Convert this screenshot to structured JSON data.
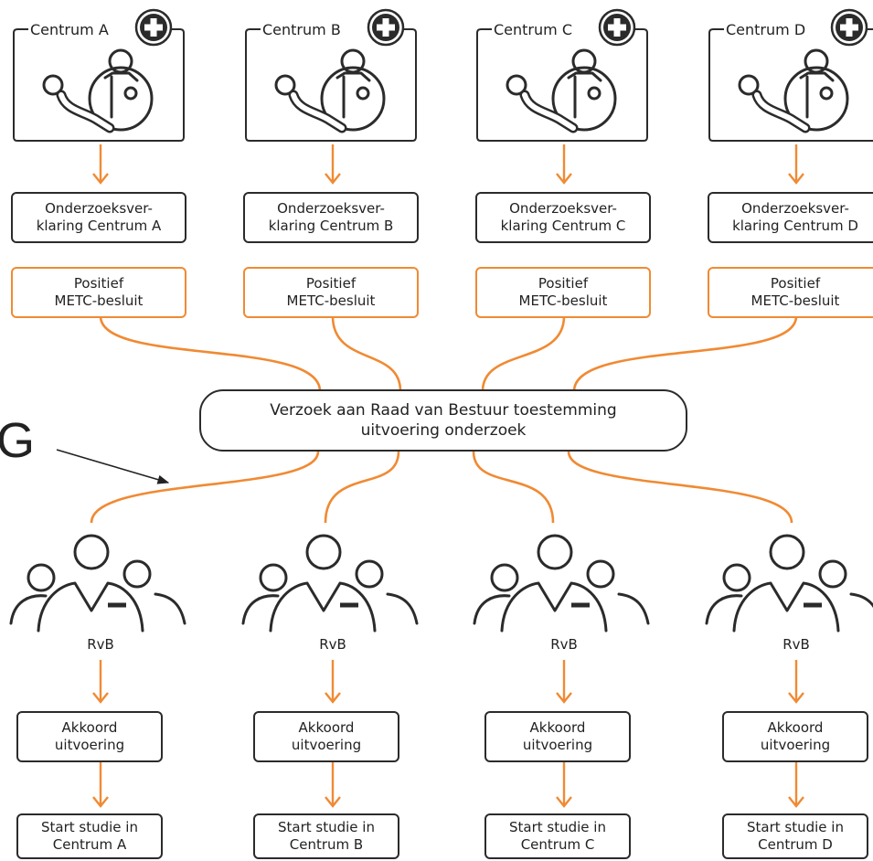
{
  "centres": [
    {
      "label": "Centrum A",
      "declaration": [
        "Onderzoeksver-",
        "klaring Centrum A"
      ],
      "metc": [
        "Positief",
        "METC-besluit"
      ],
      "rvb": "RvB",
      "akkoord": [
        "Akkoord",
        "uitvoering"
      ],
      "start": [
        "Start studie in",
        "Centrum A"
      ]
    },
    {
      "label": "Centrum B",
      "declaration": [
        "Onderzoeksver-",
        "klaring Centrum B"
      ],
      "metc": [
        "Positief",
        "METC-besluit"
      ],
      "rvb": "RvB",
      "akkoord": [
        "Akkoord",
        "uitvoering"
      ],
      "start": [
        "Start studie in",
        "Centrum B"
      ]
    },
    {
      "label": "Centrum C",
      "declaration": [
        "Onderzoeksver-",
        "klaring Centrum C"
      ],
      "metc": [
        "Positief",
        "METC-besluit"
      ],
      "rvb": "RvB",
      "akkoord": [
        "Akkoord",
        "uitvoering"
      ],
      "start": [
        "Start studie in",
        "Centrum C"
      ]
    },
    {
      "label": "Centrum D",
      "declaration": [
        "Onderzoeksver-",
        "klaring Centrum D"
      ],
      "metc": [
        "Positief",
        "METC-besluit"
      ],
      "rvb": "RvB",
      "akkoord": [
        "Akkoord",
        "uitvoering"
      ],
      "start": [
        "Start studie in",
        "Centrum D"
      ]
    }
  ],
  "central_request": [
    "Verzoek aan Raad van Bestuur toestemming",
    "uitvoering onderzoek"
  ],
  "annotation": "VG",
  "colors": {
    "line": "#f08a33",
    "stroke": "#2b2b2b"
  },
  "icons": [
    "doctor-patient-icon",
    "medical-cross-icon",
    "group-people-icon",
    "arrow-down-icon"
  ]
}
